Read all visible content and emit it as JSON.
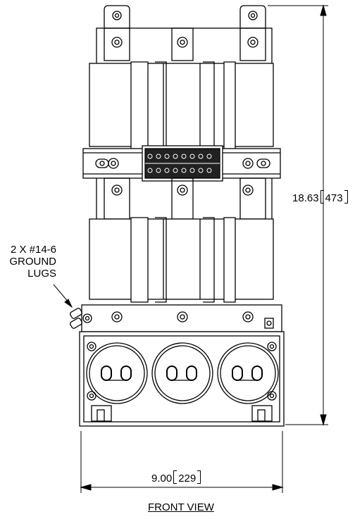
{
  "labels": {
    "height_dim_in": "18.63",
    "height_dim_mm": "473",
    "width_dim_in": "9.00",
    "width_dim_mm": "229",
    "lugs_line1": "2 X #14-6",
    "lugs_line2": "GROUND",
    "lugs_line3": "LUGS",
    "view_title": "FRONT VIEW"
  }
}
